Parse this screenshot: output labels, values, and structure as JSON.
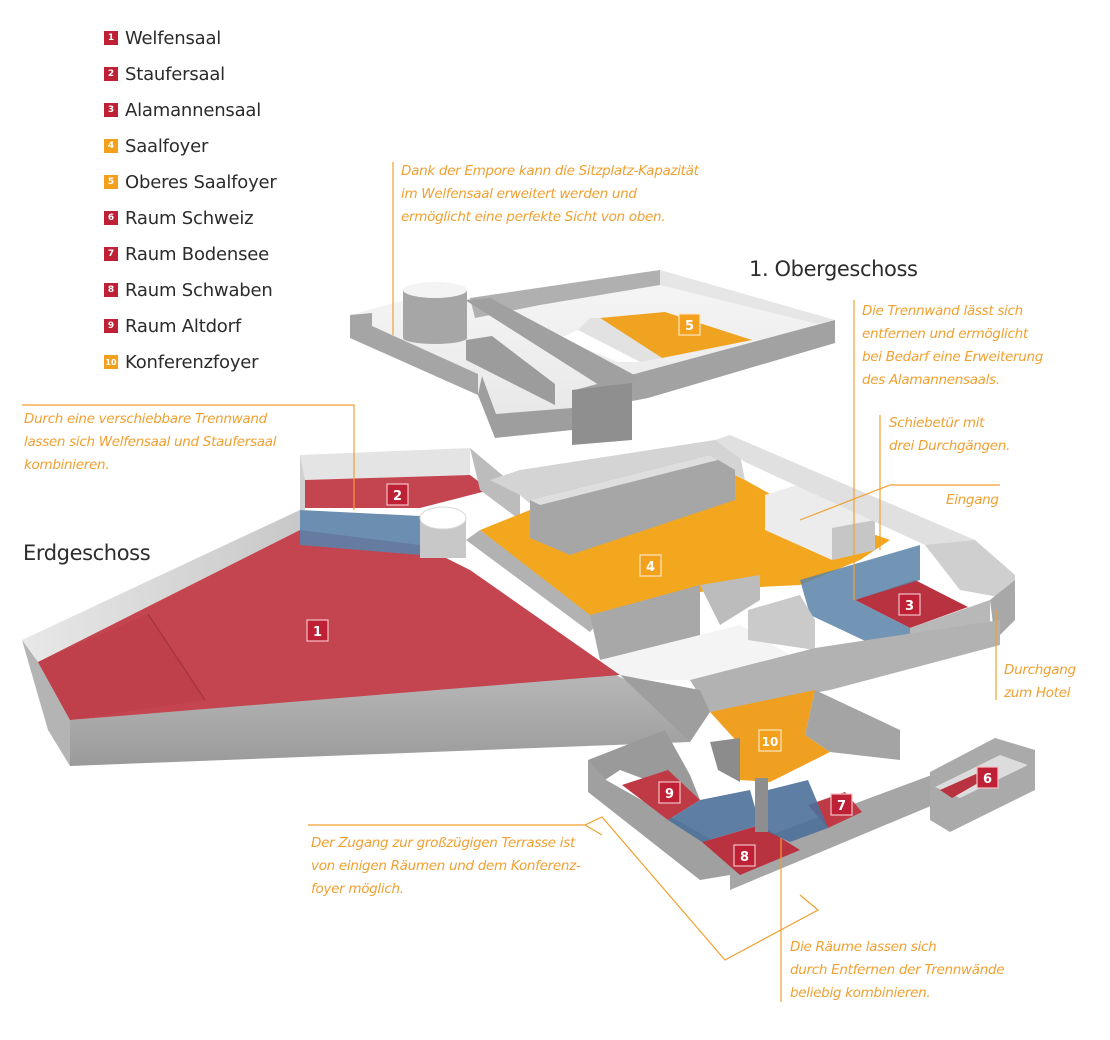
{
  "colors": {
    "saal_red": "#be2035",
    "floor_red": "#c4444f",
    "foyer_orange": "#f3a11c",
    "partition_blue": "#5b82a8",
    "wall_gray": "#a8a8a8",
    "annotation_orange": "#f0a030"
  },
  "legend": [
    {
      "num": "1",
      "label": "Welfensaal",
      "type": "saal"
    },
    {
      "num": "2",
      "label": "Staufersaal",
      "type": "saal"
    },
    {
      "num": "3",
      "label": "Alamannensaal",
      "type": "saal"
    },
    {
      "num": "4",
      "label": "Saalfoyer",
      "type": "foyer"
    },
    {
      "num": "5",
      "label": "Oberes Saalfoyer",
      "type": "foyer"
    },
    {
      "num": "6",
      "label": "Raum Schweiz",
      "type": "saal"
    },
    {
      "num": "7",
      "label": "Raum Bodensee",
      "type": "saal"
    },
    {
      "num": "8",
      "label": "Raum Schwaben",
      "type": "saal"
    },
    {
      "num": "9",
      "label": "Raum Altdorf",
      "type": "saal"
    },
    {
      "num": "10",
      "label": "Konferenzfoyer",
      "type": "foyer"
    }
  ],
  "floors": {
    "upper": "1. Obergeschoss",
    "ground": "Erdgeschoss"
  },
  "room_markers": {
    "r1": "1",
    "r2": "2",
    "r3": "3",
    "r4": "4",
    "r5": "5",
    "r6": "6",
    "r7": "7",
    "r8": "8",
    "r9": "9",
    "r10": "10"
  },
  "annotations": {
    "empore": [
      "Dank der Empore kann die Sitzplatz-Kapazität",
      "im Welfensaal erweitert werden und",
      "ermöglicht eine perfekte Sicht von oben."
    ],
    "trennwand_alamannen": [
      "Die Trennwand lässt sich",
      "entfernen und ermöglicht",
      "bei Bedarf eine Erweiterung",
      "des Alamannensaals."
    ],
    "trennwand_welfen": [
      "Durch eine verschiebbare Trennwand",
      "lassen sich Welfensaal und Staufersaal",
      "kombinieren."
    ],
    "schiebetuer": [
      "Schiebetür mit",
      "drei Durchgängen."
    ],
    "eingang": [
      "Eingang"
    ],
    "hotel": [
      "Durchgang",
      "zum Hotel"
    ],
    "terrasse": [
      "Der Zugang zur großzügigen Terrasse ist",
      "von einigen Räumen und dem Konferenz-",
      "foyer möglich."
    ],
    "raeume": [
      "Die Räume lassen sich",
      "durch Entfernen der Trennwände",
      "beliebig kombinieren."
    ]
  }
}
